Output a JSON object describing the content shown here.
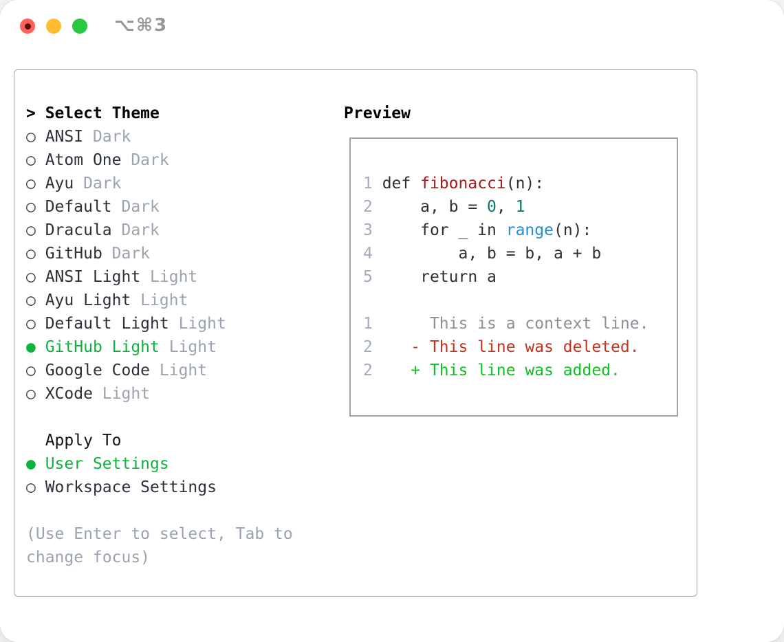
{
  "window": {
    "title": "⌥⌘3",
    "traffic_lights": {
      "close": "close-button",
      "minimize": "minimize-button",
      "zoom": "zoom-button"
    }
  },
  "colors": {
    "border_gray": "#9ba3ae",
    "text_dark": "#2b3138",
    "muted_gray": "#9aa3b0",
    "selected_green": "#0db33c",
    "diff_added_green": "#0dc121",
    "diff_deleted_red": "#c5331d",
    "context_gray": "#8b9097",
    "function_red": "#a61717",
    "number_teal": "#0d766c",
    "builtin_blue": "#1e8fd0",
    "line_number_gray": "#a2acbd",
    "traffic_red": "#ff5f57",
    "traffic_yellow": "#febc2e",
    "traffic_green": "#28c840"
  },
  "theme_panel": {
    "header": {
      "marker": "> ",
      "label": "Select Theme"
    },
    "items": [
      {
        "marker": "○ ",
        "name": "ANSI",
        "suffix": " Dark",
        "selected": false
      },
      {
        "marker": "○ ",
        "name": "Atom One",
        "suffix": " Dark",
        "selected": false
      },
      {
        "marker": "○ ",
        "name": "Ayu",
        "suffix": " Dark",
        "selected": false
      },
      {
        "marker": "○ ",
        "name": "Default",
        "suffix": " Dark",
        "selected": false
      },
      {
        "marker": "○ ",
        "name": "Dracula",
        "suffix": " Dark",
        "selected": false
      },
      {
        "marker": "○ ",
        "name": "GitHub",
        "suffix": " Dark",
        "selected": false
      },
      {
        "marker": "○ ",
        "name": "ANSI Light",
        "suffix": " Light",
        "selected": false
      },
      {
        "marker": "○ ",
        "name": "Ayu Light",
        "suffix": " Light",
        "selected": false
      },
      {
        "marker": "○ ",
        "name": "Default Light",
        "suffix": " Light",
        "selected": false
      },
      {
        "marker": "● ",
        "name": "GitHub Light",
        "suffix": " Light",
        "selected": true
      },
      {
        "marker": "○ ",
        "name": "Google Code",
        "suffix": " Light",
        "selected": false
      },
      {
        "marker": "○ ",
        "name": "XCode",
        "suffix": " Light",
        "selected": false
      }
    ],
    "apply_to": {
      "label": "  Apply To",
      "options": [
        {
          "marker": "● ",
          "label": "User Settings",
          "selected": true
        },
        {
          "marker": "○ ",
          "label": "Workspace Settings",
          "selected": false
        }
      ]
    },
    "help": {
      "line1": "(Use Enter to select, Tab to",
      "line2": "change focus)"
    }
  },
  "preview": {
    "header": "Preview",
    "lines": [
      {
        "ln": "1",
        "segments": [
          {
            "t": " def ",
            "s": "code"
          },
          {
            "t": "fibonacci",
            "s": "fn"
          },
          {
            "t": "(n):",
            "s": "code"
          }
        ]
      },
      {
        "ln": "2",
        "segments": [
          {
            "t": "     a, b = ",
            "s": "code"
          },
          {
            "t": "0",
            "s": "num"
          },
          {
            "t": ", ",
            "s": "code"
          },
          {
            "t": "1",
            "s": "num"
          }
        ]
      },
      {
        "ln": "3",
        "segments": [
          {
            "t": "     for _ in ",
            "s": "code"
          },
          {
            "t": "range",
            "s": "builtin"
          },
          {
            "t": "(n):",
            "s": "code"
          }
        ]
      },
      {
        "ln": "4",
        "segments": [
          {
            "t": "         a, b = b, a + b",
            "s": "code"
          }
        ]
      },
      {
        "ln": "5",
        "segments": [
          {
            "t": "     return a",
            "s": "code"
          }
        ]
      },
      {
        "ln": "",
        "segments": [
          {
            "t": "",
            "s": "code"
          }
        ]
      },
      {
        "ln": "1",
        "segments": [
          {
            "t": "      This is a context line.",
            "s": "ctx"
          }
        ]
      },
      {
        "ln": "2",
        "segments": [
          {
            "t": "    - This line was deleted.",
            "s": "del"
          }
        ]
      },
      {
        "ln": "2",
        "segments": [
          {
            "t": "    + This line was added.",
            "s": "add"
          }
        ]
      }
    ]
  }
}
